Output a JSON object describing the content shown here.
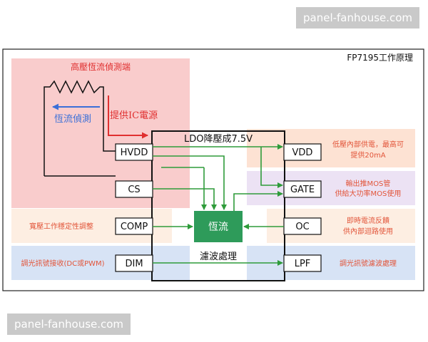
{
  "watermark_top": "panel-fanhouse.com",
  "watermark_bottom": "panel-fanhouse.com",
  "diagram": {
    "title": "FP7195工作原理",
    "hv_zone_title": "高壓恆流偵測端",
    "feedback_label": "恆流偵測",
    "supply_label": "提供IC電源",
    "ldo_label": "LDO降壓成7.5V",
    "filter_label": "濾波處理",
    "core_label": "恆流",
    "pins": {
      "hvdd": "HVDD",
      "cs": "CS",
      "comp": "COMP",
      "dim": "DIM",
      "vdd": "VDD",
      "gate": "GATE",
      "oc": "OC",
      "lpf": "LPF"
    },
    "notes": {
      "vdd_line1": "低壓內部供電，最高可",
      "vdd_line2": "提供20mA",
      "gate_line1": "輸出推MOS管",
      "gate_line2": "供給大功率MOS使用",
      "comp": "寬壓工作穩定性調整",
      "oc_line1": "即時電流反饋",
      "oc_line2": "供內部迴路使用",
      "dim": "調光訊號接收(DC或PWM)",
      "lpf": "調光訊號濾波處理"
    },
    "colors": {
      "hv_zone": "#f9cccc",
      "vdd_zone": "#fde2d3",
      "gate_zone": "#ece2f4",
      "comp_zone": "#fdeee2",
      "dim_zone": "#d7e3f5",
      "core_fill": "#2e9b5a",
      "arrow_green": "#2e9b3a",
      "arrow_red": "#e03030",
      "arrow_blue": "#3a6fd8",
      "note_text": "#e2553a"
    }
  }
}
